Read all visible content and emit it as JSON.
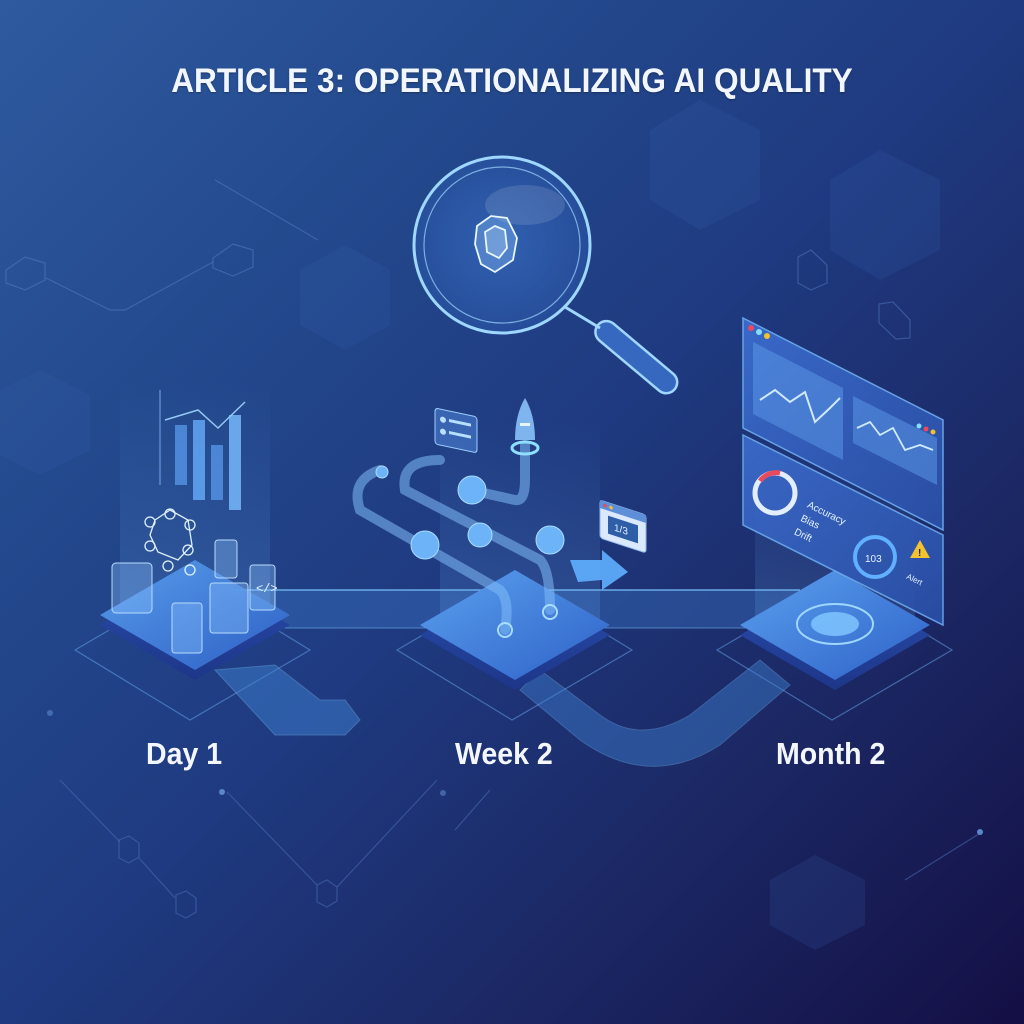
{
  "title": "ARTICLE 3: OPERATIONALIZING AI QUALITY",
  "colors": {
    "bg_top_left": "#2f5aa0",
    "bg_bottom_right": "#140f45",
    "accent_glow": "#6fc3ff",
    "platform": "#3f7fd6",
    "warning": "#f2c230",
    "alert_red": "#e84a5f"
  },
  "center_icon": {
    "icon": "magnifying-glass-gem-icon"
  },
  "stages": [
    {
      "label": "Day 1",
      "icon": "data-setup-icon",
      "elements": [
        "bar-chart-icon",
        "neural-network-icon",
        "code-tag-icon",
        "document-cards"
      ],
      "card_text": [
        "</>"
      ]
    },
    {
      "label": "Week 2",
      "icon": "pipeline-launch-icon",
      "elements": [
        "rocket-icon",
        "pipeline-tubes",
        "browser-window-icon",
        "arrow-icon",
        "log-panel"
      ],
      "card_text": [
        "1/3"
      ]
    },
    {
      "label": "Month 2",
      "icon": "monitoring-dashboard-icon",
      "dashboard": {
        "metrics": [
          "Accuracy",
          "Bias",
          "Drift"
        ],
        "gauge_value": "103",
        "alert_label": "Alert"
      }
    }
  ]
}
